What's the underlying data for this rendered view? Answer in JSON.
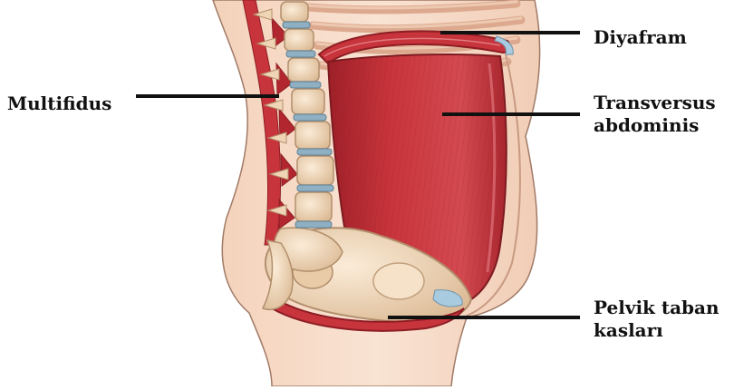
{
  "labels": {
    "diyafram": "Diyafram",
    "multifidus": "Multifidus",
    "transversus": [
      "Transversus",
      "abdominis"
    ],
    "pelvik": [
      "Pelvik taban",
      "kasları"
    ]
  },
  "colors": {
    "skin": "#f7d9c4",
    "skin_shadow": "#e9b79a",
    "outline": "#8b6b5a",
    "muscle": "#c8343b",
    "muscle_dark": "#8e1d24",
    "muscle_light": "#d95a5f",
    "bone": "#f2dcc0",
    "bone_shadow": "#d7b48d",
    "disc": "#8fb0c2",
    "rib": "#e4b8a0",
    "leader": "#111111"
  }
}
